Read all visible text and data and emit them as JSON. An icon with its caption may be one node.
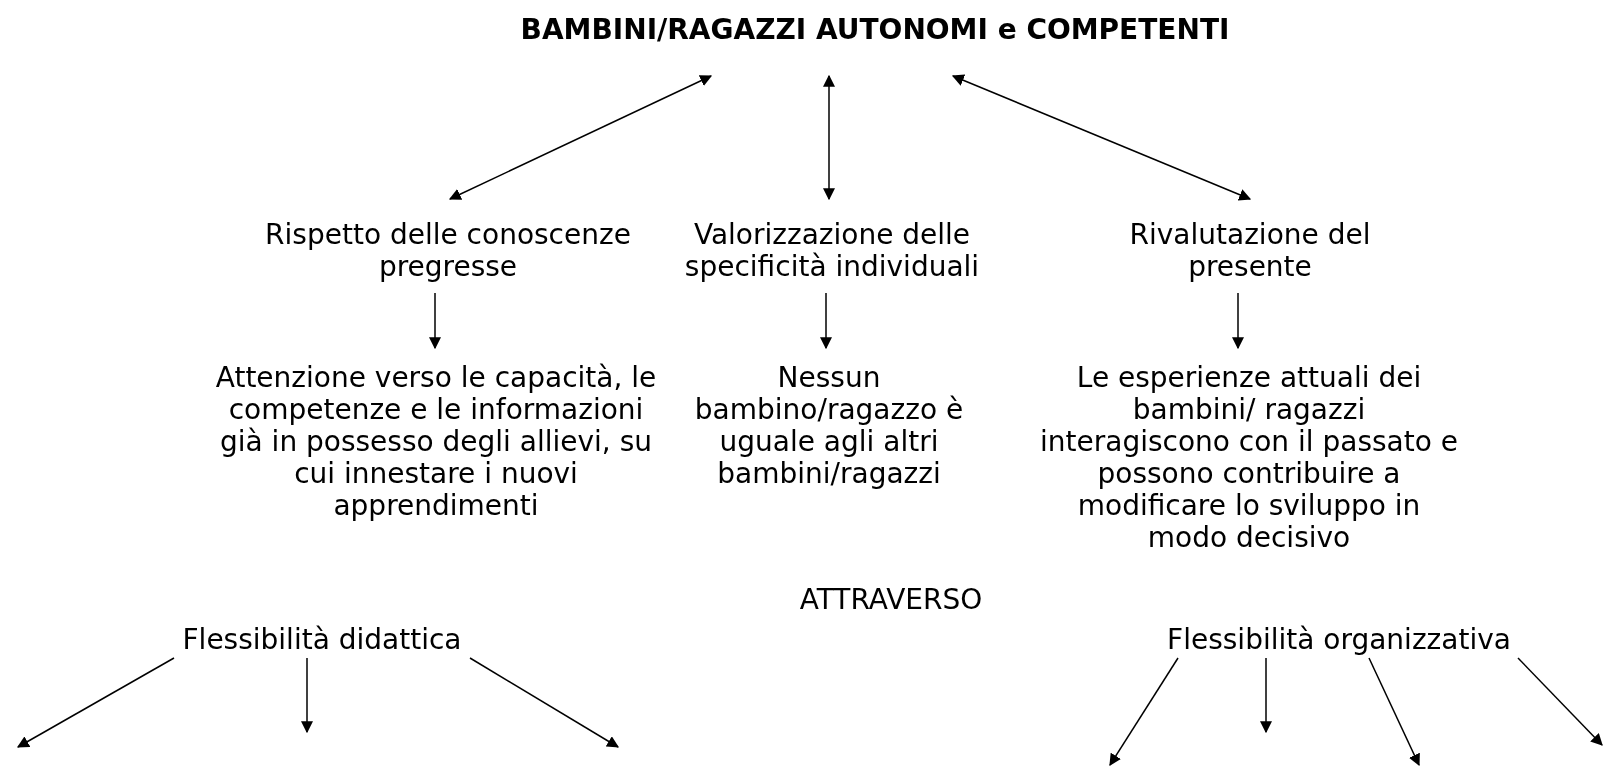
{
  "diagram": {
    "nodes": [
      {
        "text": [
          "BAMBINI/RAGAZZI AUTONOMI e COMPETENTI"
        ]
      },
      {
        "text": [
          "Rispetto delle conoscenze pregresse"
        ]
      },
      {
        "text": [
          "Valorizzazione delle specificità individuali"
        ]
      },
      {
        "text": [
          "Rivalutazione del presente"
        ]
      },
      {
        "text": [
          "Attenzione verso le capacità, le competenze e le informazioni già in possesso degli allievi, su cui innestare i nuovi apprendimenti"
        ]
      },
      {
        "text": [
          "Nessun bambino/ragazzo è uguale agli altri bambini/ragazzi"
        ]
      },
      {
        "text": [
          "Le esperienze attuali dei bambini/ ragazzi interagiscono con il passato e possono contribuire a modificare lo sviluppo in modo decisivo"
        ]
      },
      {
        "text": [
          "Flessibilità didattica"
        ]
      },
      {
        "text": [
          "Flessibilità organizzativa"
        ]
      }
    ],
    "edges": [
      {
        "from": 0,
        "to": 1,
        "arrow": "both"
      },
      {
        "from": 0,
        "to": 2,
        "arrow": "both"
      },
      {
        "from": 0,
        "to": 3,
        "arrow": "both"
      },
      {
        "from": 1,
        "to": 4,
        "arrow": "to"
      },
      {
        "from": 2,
        "to": 5,
        "arrow": "to"
      },
      {
        "from": 3,
        "to": 6,
        "arrow": "to"
      },
      {
        "from": 7,
        "to": null,
        "arrow": "to"
      },
      {
        "from": 7,
        "to": null,
        "arrow": "to"
      },
      {
        "from": 7,
        "to": null,
        "arrow": "to"
      },
      {
        "from": 8,
        "to": null,
        "arrow": "to"
      },
      {
        "from": 8,
        "to": null,
        "arrow": "to"
      },
      {
        "from": 8,
        "to": null,
        "arrow": "to"
      },
      {
        "from": 8,
        "to": null,
        "arrow": "to"
      }
    ],
    "labels": [
      "ATTRAVERSO"
    ]
  }
}
